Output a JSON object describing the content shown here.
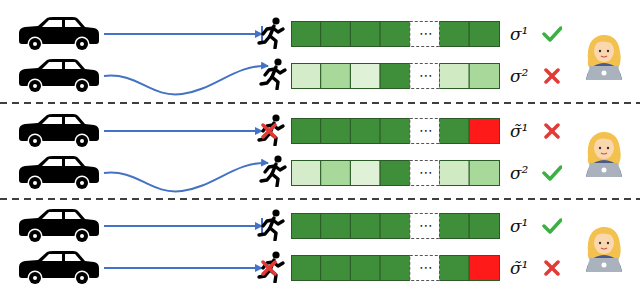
{
  "diagram": {
    "labels": [
      "⋯",
      "σ¹",
      "⋯",
      "σ²",
      "⋯",
      "σ̃¹",
      "⋯",
      "σ²",
      "⋯",
      "σ¹",
      "⋯",
      "σ̃¹"
    ]
  }
}
